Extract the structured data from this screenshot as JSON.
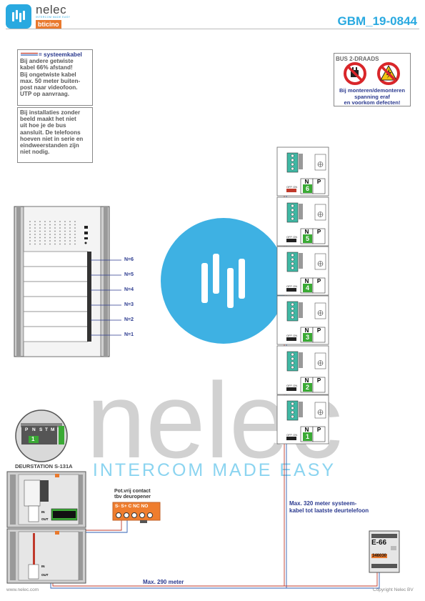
{
  "header": {
    "brand": "nelec",
    "brand_tagline": "INTERCOM MADE EASY",
    "brand_sub": "bticino",
    "doc_id": "GBM_19-0844"
  },
  "note_cable": {
    "legend": "= systeemkabel",
    "lines": [
      "Bij andere getwiste",
      "kabel 66% afstand!",
      "Bij ongetwiste kabel",
      "max. 50 meter buiten-",
      "post naar videofoon.",
      "UTP op aanvraag."
    ]
  },
  "note_install": {
    "lines": [
      "Bij installaties zonder",
      "beeld maakt het niet",
      "uit hoe je de bus",
      "aansluit. De telefoons",
      "hoeven niet in serie en",
      "eindweerstanden zijn",
      "niet nodig."
    ]
  },
  "warning": {
    "title": "BUS 2-DRAADS",
    "lines": [
      "Bij monteren/demonteren",
      "spanning eraf",
      "en voorkom defecten!"
    ]
  },
  "panel": {
    "button_labels": [
      "N=6",
      "N=5",
      "N=4",
      "N=3",
      "N=2",
      "N=1"
    ]
  },
  "phones": {
    "n_label": "N",
    "p_label": "P",
    "switch_label": "OFF ON",
    "numbers": [
      "6",
      "5",
      "4",
      "3",
      "2",
      "1"
    ]
  },
  "terminal": {
    "pins": [
      "P",
      "N",
      "S",
      "T",
      "M"
    ],
    "green_value": "1"
  },
  "doorstation": {
    "title": "DEURSTATION S-131A",
    "in_label": "IN",
    "out_label": "OUT"
  },
  "relay": {
    "title_line1": "Pot.vrij contact",
    "title_line2": "tbv deuropener",
    "terminals": "S- S+ C NC NO"
  },
  "psu": {
    "model": "E-66",
    "code": "346030"
  },
  "cable_labels": {
    "max320_line1": "Max. 320 meter systeem-",
    "max320_line2": "kabel tot laatste deurtelefoon",
    "max290": "Max. 290 meter"
  },
  "footer": {
    "left": "www.nelec.com",
    "right": "Copyright Nelec BV"
  },
  "watermark": {
    "word": "nelec",
    "tagline": "INTERCOM MADE EASY"
  },
  "colors": {
    "accent": "#29a9e0",
    "text_blue": "#2b3a8f",
    "orange": "#e9792d",
    "green": "#3aaa35",
    "wire_red": "#c0392b",
    "wire_blue": "#2f5fb3"
  }
}
